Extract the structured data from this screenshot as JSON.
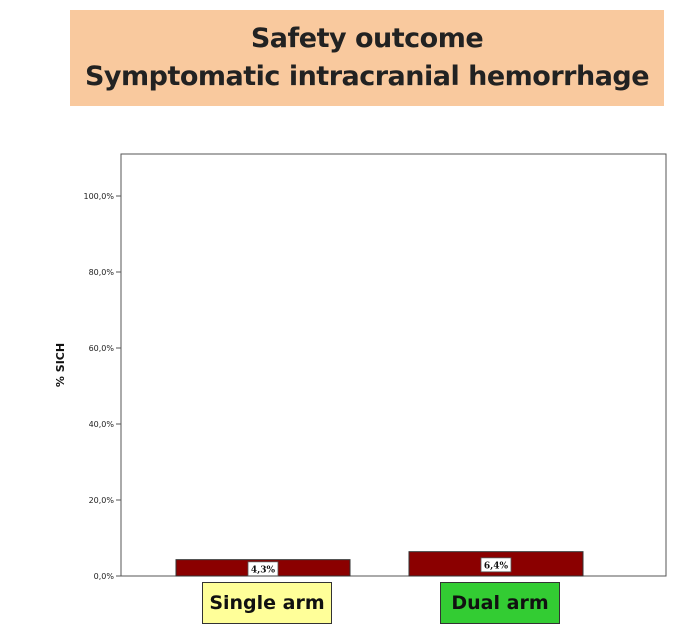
{
  "header": {
    "title_line1": "Safety outcome",
    "title_line2": "Symptomatic intracranial hemorrhage",
    "background_color": "#f9c99e"
  },
  "chart_data": {
    "type": "bar",
    "categories": [
      "Single arm",
      "Dual arm"
    ],
    "values": [
      4.3,
      6.4
    ],
    "data_labels": [
      "4,3%",
      "6,4%"
    ],
    "title": "",
    "xlabel": "",
    "ylabel": "% SICH",
    "ylim": [
      0,
      110
    ],
    "yticks": [
      0,
      20,
      40,
      60,
      80,
      100
    ],
    "ytick_labels": [
      "0,0%",
      "20,0%",
      "40,0%",
      "60,0%",
      "80,0%",
      "100,0%"
    ],
    "grid": false,
    "bar_color": "#8b0000",
    "category_label_colors": [
      "#ffff99",
      "#33cc33"
    ]
  }
}
